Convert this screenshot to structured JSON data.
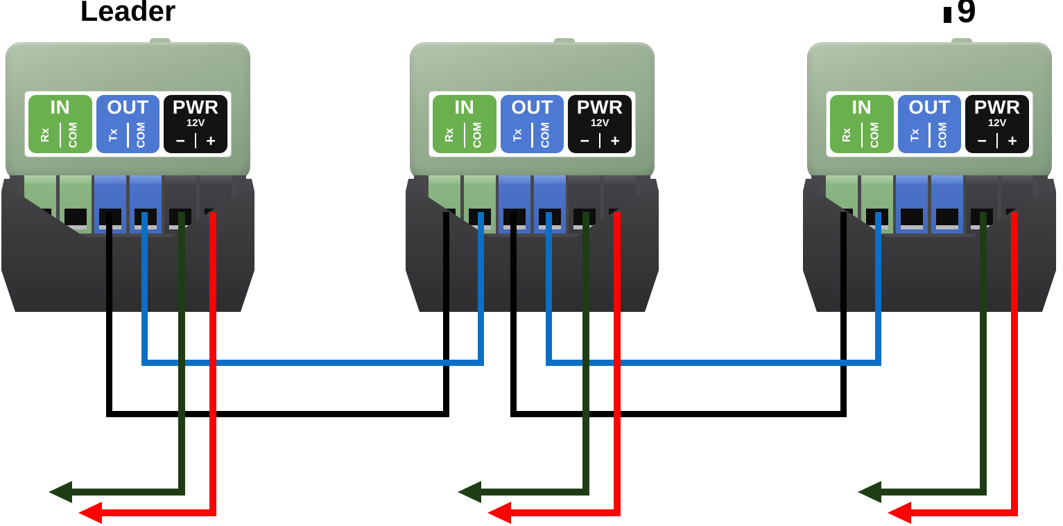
{
  "title": "Leader",
  "figure_label_fragment": "9",
  "module_label": {
    "in": {
      "title": "IN",
      "pin_left": "Rx",
      "pin_right": "COM"
    },
    "out": {
      "title": "OUT",
      "pin_left": "Tx",
      "pin_right": "COM"
    },
    "pwr": {
      "title": "PWR",
      "voltage": "12V",
      "pin_left": "−",
      "pin_right": "+"
    }
  },
  "modules": [
    {
      "name": "Leader",
      "position": "left"
    },
    {
      "name": "",
      "position": "middle"
    },
    {
      "name": "",
      "position": "right"
    }
  ],
  "wire_colors": {
    "data_tx_rx": "#000000",
    "data_com": "#0b6fc4",
    "power_negative": "#1e3d15",
    "power_positive": "#fb0400"
  },
  "connections": [
    {
      "wire": "black",
      "from": "Leader OUT Tx",
      "to": "Module 2 IN Rx"
    },
    {
      "wire": "blue",
      "from": "Leader OUT COM",
      "to": "Module 2 IN COM"
    },
    {
      "wire": "black",
      "from": "Module 2 OUT Tx",
      "to": "Module 3 IN Rx"
    },
    {
      "wire": "blue",
      "from": "Module 2 OUT COM",
      "to": "Module 3 IN COM"
    },
    {
      "wire": "dark-green",
      "from": "Leader PWR −",
      "to": "off-diagram left arrow"
    },
    {
      "wire": "red",
      "from": "Leader PWR +",
      "to": "off-diagram left arrow"
    },
    {
      "wire": "dark-green",
      "from": "Module 2 PWR −",
      "to": "off-diagram left arrow"
    },
    {
      "wire": "red",
      "from": "Module 2 PWR +",
      "to": "off-diagram left arrow"
    },
    {
      "wire": "dark-green",
      "from": "Module 3 PWR −",
      "to": "off-diagram left arrow"
    },
    {
      "wire": "red",
      "from": "Module 3 PWR +",
      "to": "off-diagram left arrow"
    }
  ]
}
